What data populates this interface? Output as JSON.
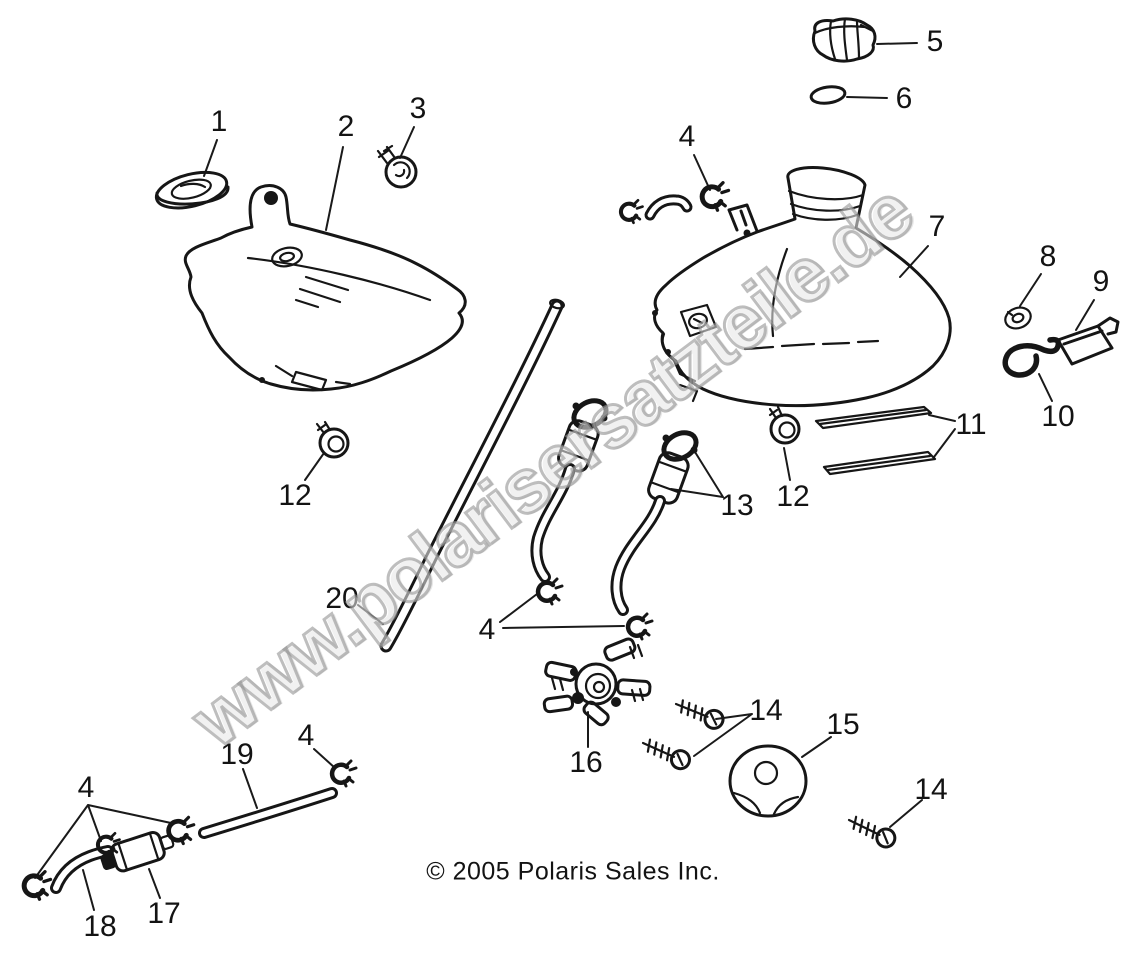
{
  "diagram": {
    "watermark": "www.polarisersatzteile.de",
    "copyright": "© 2005 Polaris Sales Inc.",
    "callouts": [
      {
        "num": "1"
      },
      {
        "num": "2"
      },
      {
        "num": "3"
      },
      {
        "num": "4"
      },
      {
        "num": "5"
      },
      {
        "num": "6"
      },
      {
        "num": "7"
      },
      {
        "num": "8"
      },
      {
        "num": "9"
      },
      {
        "num": "10"
      },
      {
        "num": "11"
      },
      {
        "num": "12"
      },
      {
        "num": "12"
      },
      {
        "num": "13"
      },
      {
        "num": "14"
      },
      {
        "num": "14"
      },
      {
        "num": "15"
      },
      {
        "num": "16"
      },
      {
        "num": "17"
      },
      {
        "num": "18"
      },
      {
        "num": "19"
      },
      {
        "num": "20"
      },
      {
        "num": "4"
      },
      {
        "num": "4"
      },
      {
        "num": "4"
      }
    ]
  }
}
